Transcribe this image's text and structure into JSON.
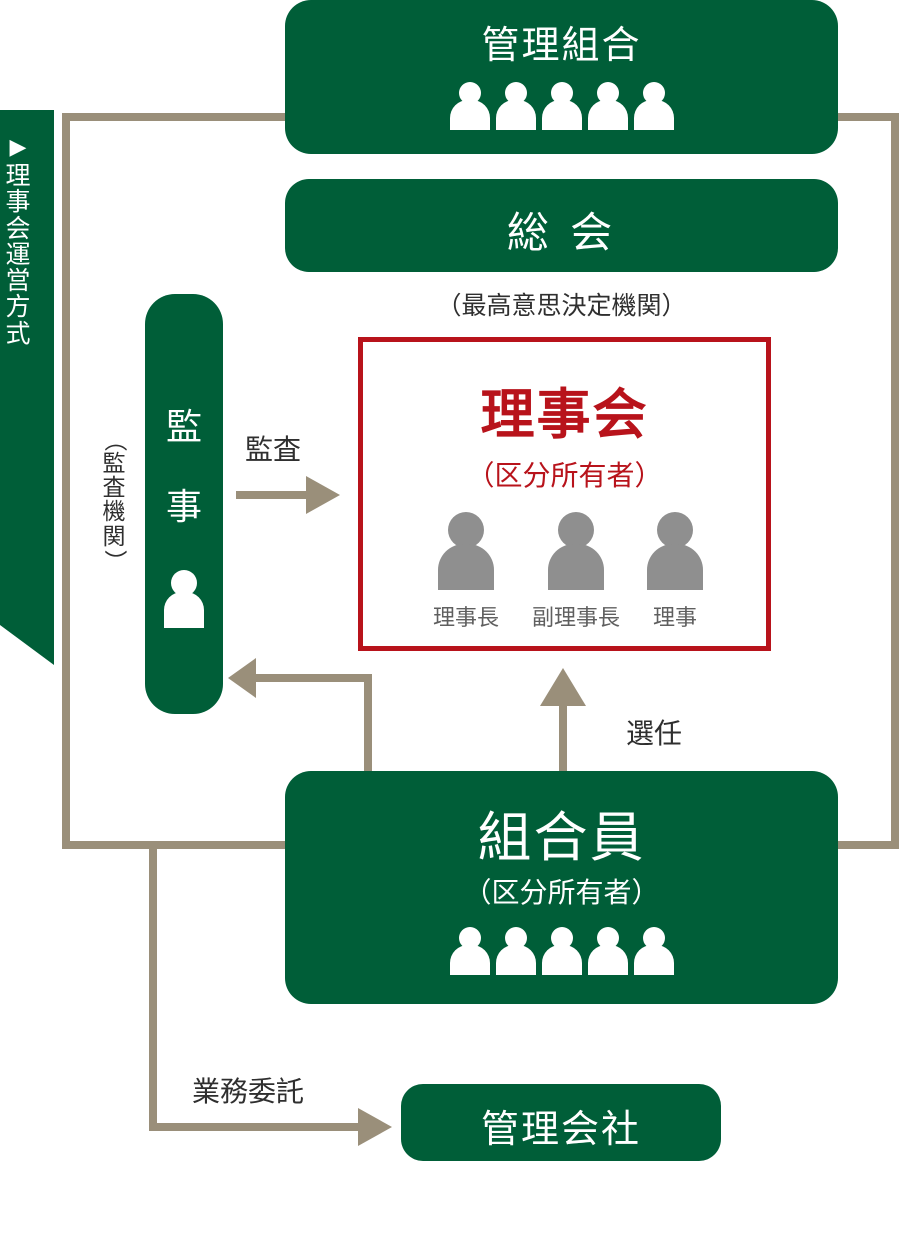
{
  "colors": {
    "green": "#005e38",
    "connector": "#9a8f7a",
    "red": "#b8131b",
    "gray": "#8f8f8f"
  },
  "side_tab": {
    "marker": "▶",
    "chars": [
      "理",
      "事",
      "会",
      "運",
      "営",
      "方",
      "式"
    ]
  },
  "kanri_kumiai": {
    "title": "管理組合"
  },
  "soukai": {
    "title": "総 会",
    "subtitle": "（最高意思決定機関）"
  },
  "kanji": {
    "chars": [
      "監",
      "事"
    ],
    "side_chars": [
      "（",
      "監",
      "査",
      "機",
      "関",
      "）"
    ]
  },
  "audit_label": "監査",
  "rijikai": {
    "title": "理事会",
    "subtitle": "（区分所有者）",
    "members": [
      "理事長",
      "副理事長",
      "理事"
    ]
  },
  "election_label": "選任",
  "kumiaiin": {
    "title": "組合員",
    "subtitle": "（区分所有者）"
  },
  "outsource_label": "業務委託",
  "kanri_gaisha": {
    "title": "管理会社"
  }
}
